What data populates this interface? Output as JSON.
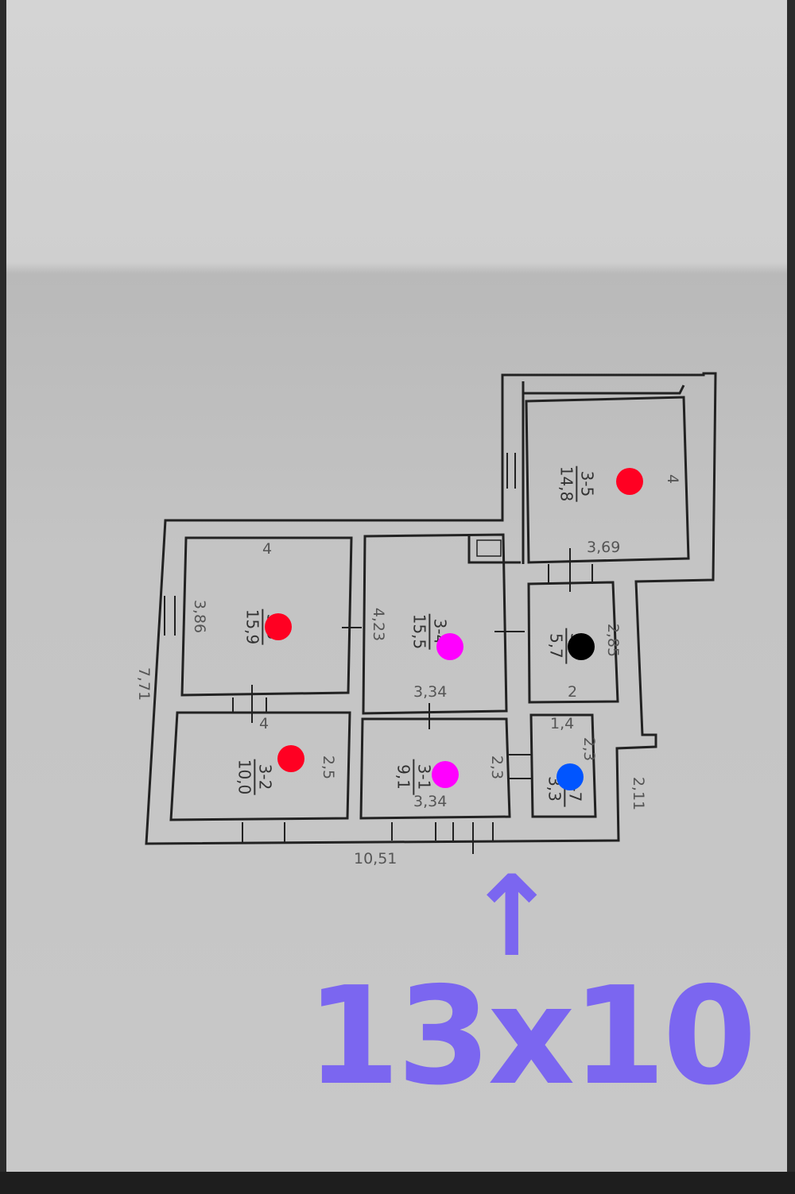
{
  "rooms": [
    {
      "id": "3-3",
      "area": "15,9",
      "dot_color": "#ff0022"
    },
    {
      "id": "3-4",
      "area": "15,5",
      "dot_color": "#ff00ff"
    },
    {
      "id": "3-5",
      "area": "14,8",
      "dot_color": "#ff0022"
    },
    {
      "id": "3-6",
      "area": "5,7",
      "dot_color": "#000000"
    },
    {
      "id": "3-2",
      "area": "10,0",
      "dot_color": "#ff0022"
    },
    {
      "id": "3-1",
      "area": "9,1",
      "dot_color": "#ff00ff"
    },
    {
      "id": "3-7",
      "area": "3,3",
      "dot_color": "#0055ff"
    }
  ],
  "dimensions": {
    "d_4_top": "4",
    "d_386": "3,86",
    "d_771": "7,71",
    "d_423": "4,23",
    "d_334a": "3,34",
    "d_4_mid": "4",
    "d_25": "2,5",
    "d_334b": "3,34",
    "d_23": "2,3",
    "d_1051": "10,51",
    "d_4_right": "4",
    "d_369": "3,69",
    "d_285": "2,85",
    "d_2": "2",
    "d_14": "1,4",
    "d_23b": "2,3",
    "d_211": "2,11"
  },
  "annotation": {
    "text": "13x10",
    "arrow": "↑",
    "color": "#7b66f0"
  }
}
